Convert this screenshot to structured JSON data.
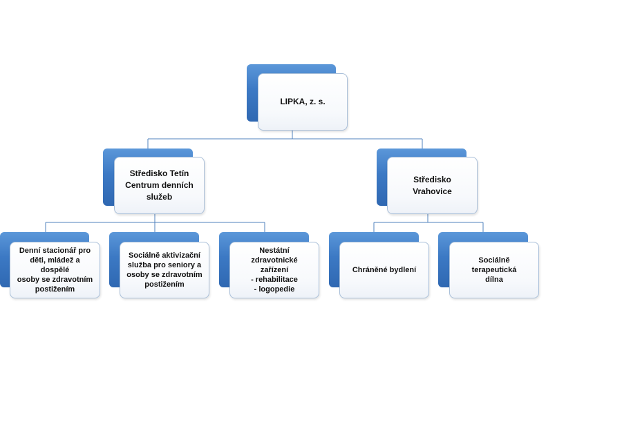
{
  "root": {
    "lines": [
      "LIPKA, z. s."
    ]
  },
  "centers": [
    {
      "id": "tetin",
      "lines": [
        "Středisko Tetín",
        "Centrum denních služeb"
      ]
    },
    {
      "id": "vrahovice",
      "lines": [
        "Středisko Vrahovice"
      ]
    }
  ],
  "services": [
    {
      "id": "denni-stacionar",
      "lines": [
        "Denní stacionář pro",
        "děti, mládež a dospělé",
        "osoby se zdravotním",
        "postižením"
      ]
    },
    {
      "id": "socialne-aktivizacni",
      "lines": [
        "Sociálně aktivizační",
        "služba pro seniory a",
        "osoby se zdravotním",
        "postižením"
      ]
    },
    {
      "id": "nestatni-zarizeni",
      "lines": [
        "Nestátní  zdravotnické",
        "zařízení",
        "- rehabilitace",
        "- logopedie"
      ]
    },
    {
      "id": "chranene-bydleni",
      "lines": [
        "Chráněné bydlení"
      ]
    },
    {
      "id": "socialne-terapeuticka",
      "lines": [
        "Sociálně terapeutická",
        "dílna"
      ]
    }
  ],
  "colors": {
    "accent": "#3c79c4",
    "connector": "#4f81bd",
    "card_border": "#a9bfd9"
  }
}
